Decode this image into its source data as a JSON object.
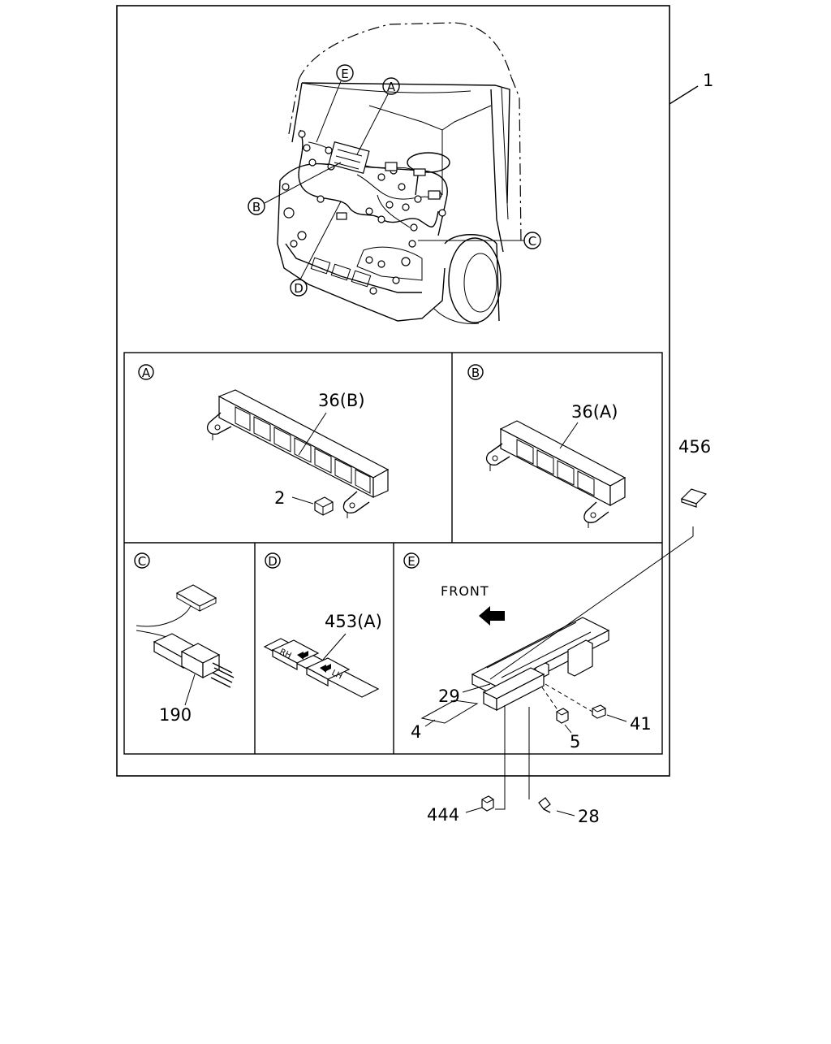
{
  "assembly_ref": "1",
  "main_callouts": {
    "a": "A",
    "b": "B",
    "c": "C",
    "d": "D",
    "e": "E"
  },
  "panels": {
    "a": {
      "letter": "A",
      "part": "36(B)",
      "part2": "2"
    },
    "b": {
      "letter": "B",
      "part": "36(A)"
    },
    "c": {
      "letter": "C",
      "part": "190"
    },
    "d": {
      "letter": "D",
      "part": "453(A)",
      "tag_rh": "RH",
      "tag_lh": "LH"
    },
    "e": {
      "letter": "E",
      "front": "FRONT",
      "p29": "29",
      "p4": "4",
      "p5": "5",
      "p41": "41"
    }
  },
  "outside_parts": {
    "p456": "456",
    "p444": "444",
    "p28": "28"
  }
}
